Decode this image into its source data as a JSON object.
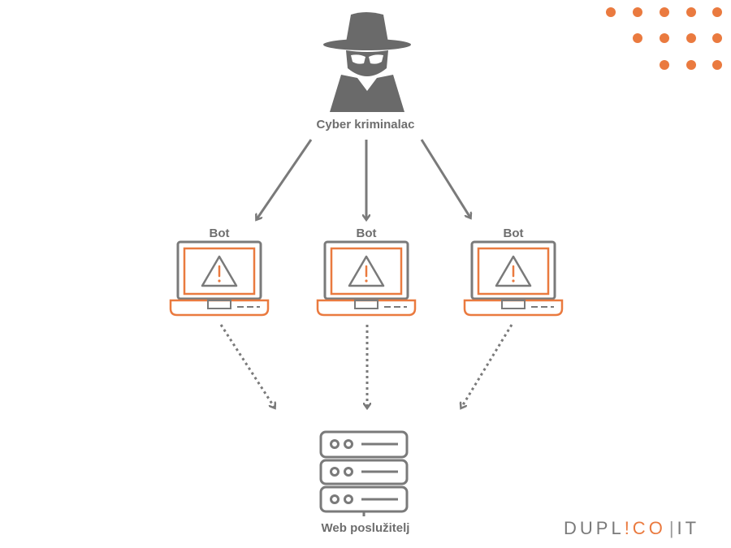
{
  "diagram": {
    "attacker": {
      "label": "Cyber kriminalac",
      "icon": "hacker-icon"
    },
    "bots": [
      {
        "label": "Bot",
        "icon": "laptop-warning-icon"
      },
      {
        "label": "Bot",
        "icon": "laptop-warning-icon"
      },
      {
        "label": "Bot",
        "icon": "laptop-warning-icon"
      }
    ],
    "target": {
      "label": "Web poslužitelj",
      "icon": "server-icon"
    },
    "edges": [
      {
        "from": "attacker",
        "to": "bot-1",
        "style": "solid"
      },
      {
        "from": "attacker",
        "to": "bot-2",
        "style": "solid"
      },
      {
        "from": "attacker",
        "to": "bot-3",
        "style": "solid"
      },
      {
        "from": "bot-1",
        "to": "target",
        "style": "dotted"
      },
      {
        "from": "bot-2",
        "to": "target",
        "style": "dotted"
      },
      {
        "from": "bot-3",
        "to": "target",
        "style": "dotted"
      }
    ]
  },
  "logo": {
    "part1": "DUPL",
    "accent": "!CO",
    "separator": "|",
    "part2": "IT"
  },
  "colors": {
    "gray": "#7a7a7a",
    "dark_gray": "#6a6a6a",
    "orange": "#ea7a3f"
  }
}
